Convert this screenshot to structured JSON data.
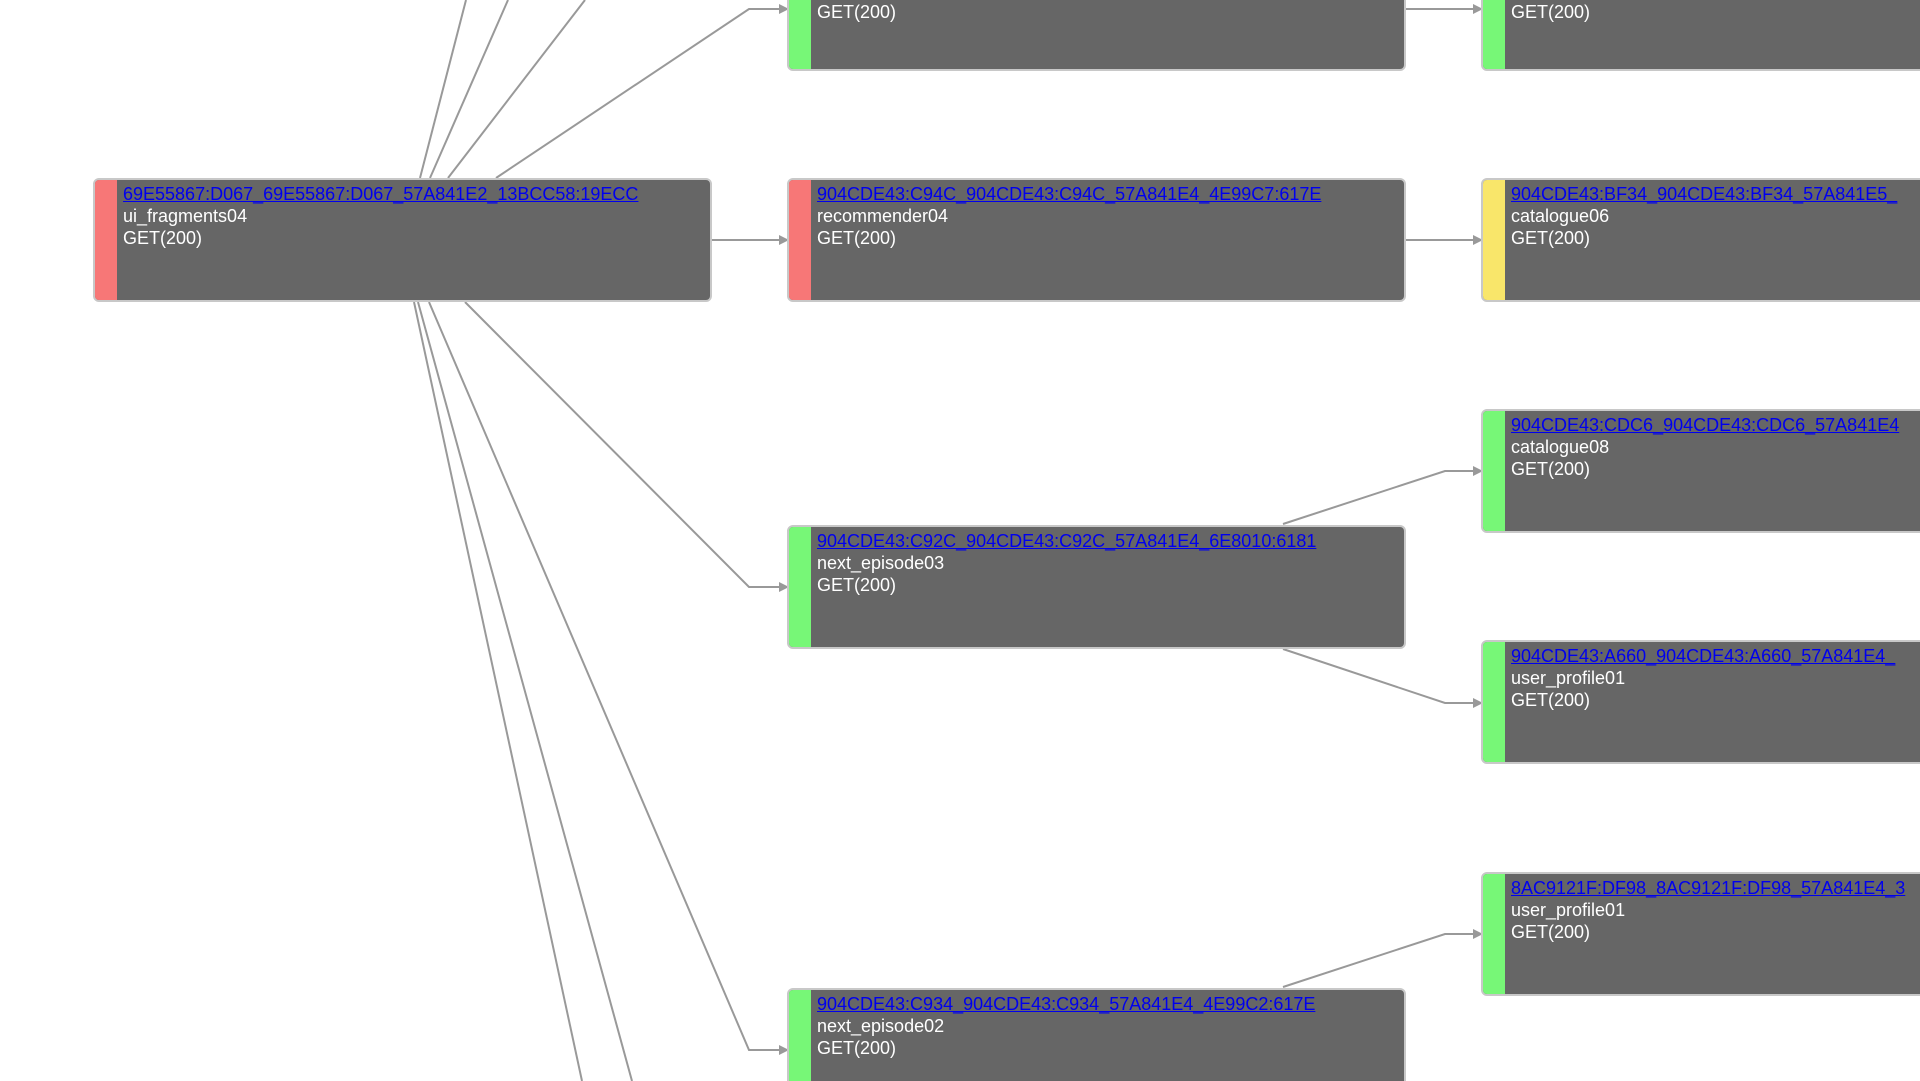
{
  "colors": {
    "node_bg": "#666666",
    "node_border": "#c8c8c8",
    "status_ok": "#77f777",
    "status_error": "#f77777",
    "status_warn": "#f9e66a",
    "link": "#0000ee",
    "edge": "#999999"
  },
  "nodes": [
    {
      "id": "n_top_mid",
      "status": "ok",
      "link": "",
      "service": "",
      "method": "GET(200)"
    },
    {
      "id": "n_top_right",
      "status": "ok",
      "link": "",
      "service": "",
      "method": "GET(200)"
    },
    {
      "id": "n_ui_fragments04",
      "status": "error",
      "link": "69E55867:D067_69E55867:D067_57A841E2_13BCC58:19ECC",
      "service": "ui_fragments04",
      "method": "GET(200)"
    },
    {
      "id": "n_recommender04",
      "status": "error",
      "link": "904CDE43:C94C_904CDE43:C94C_57A841E4_4E99C7:617E",
      "service": "recommender04",
      "method": "GET(200)"
    },
    {
      "id": "n_catalogue06",
      "status": "warn",
      "link": "904CDE43:BF34_904CDE43:BF34_57A841E5_",
      "service": "catalogue06",
      "method": "GET(200)"
    },
    {
      "id": "n_catalogue08",
      "status": "ok",
      "link": "904CDE43:CDC6_904CDE43:CDC6_57A841E4",
      "service": "catalogue08",
      "method": "GET(200)"
    },
    {
      "id": "n_next_episode03",
      "status": "ok",
      "link": "904CDE43:C92C_904CDE43:C92C_57A841E4_6E8010:6181",
      "service": "next_episode03",
      "method": "GET(200)"
    },
    {
      "id": "n_user_profile01_a",
      "status": "ok",
      "link": "904CDE43:A660_904CDE43:A660_57A841E4_",
      "service": "user_profile01",
      "method": "GET(200)"
    },
    {
      "id": "n_user_profile01_b",
      "status": "ok",
      "link": "8AC9121F:DF98_8AC9121F:DF98_57A841E4_3",
      "service": "user_profile01",
      "method": "GET(200)"
    },
    {
      "id": "n_next_episode02",
      "status": "ok",
      "link": "904CDE43:C934_904CDE43:C934_57A841E4_4E99C2:617E",
      "service": "next_episode02",
      "method": "GET(200)"
    }
  ]
}
